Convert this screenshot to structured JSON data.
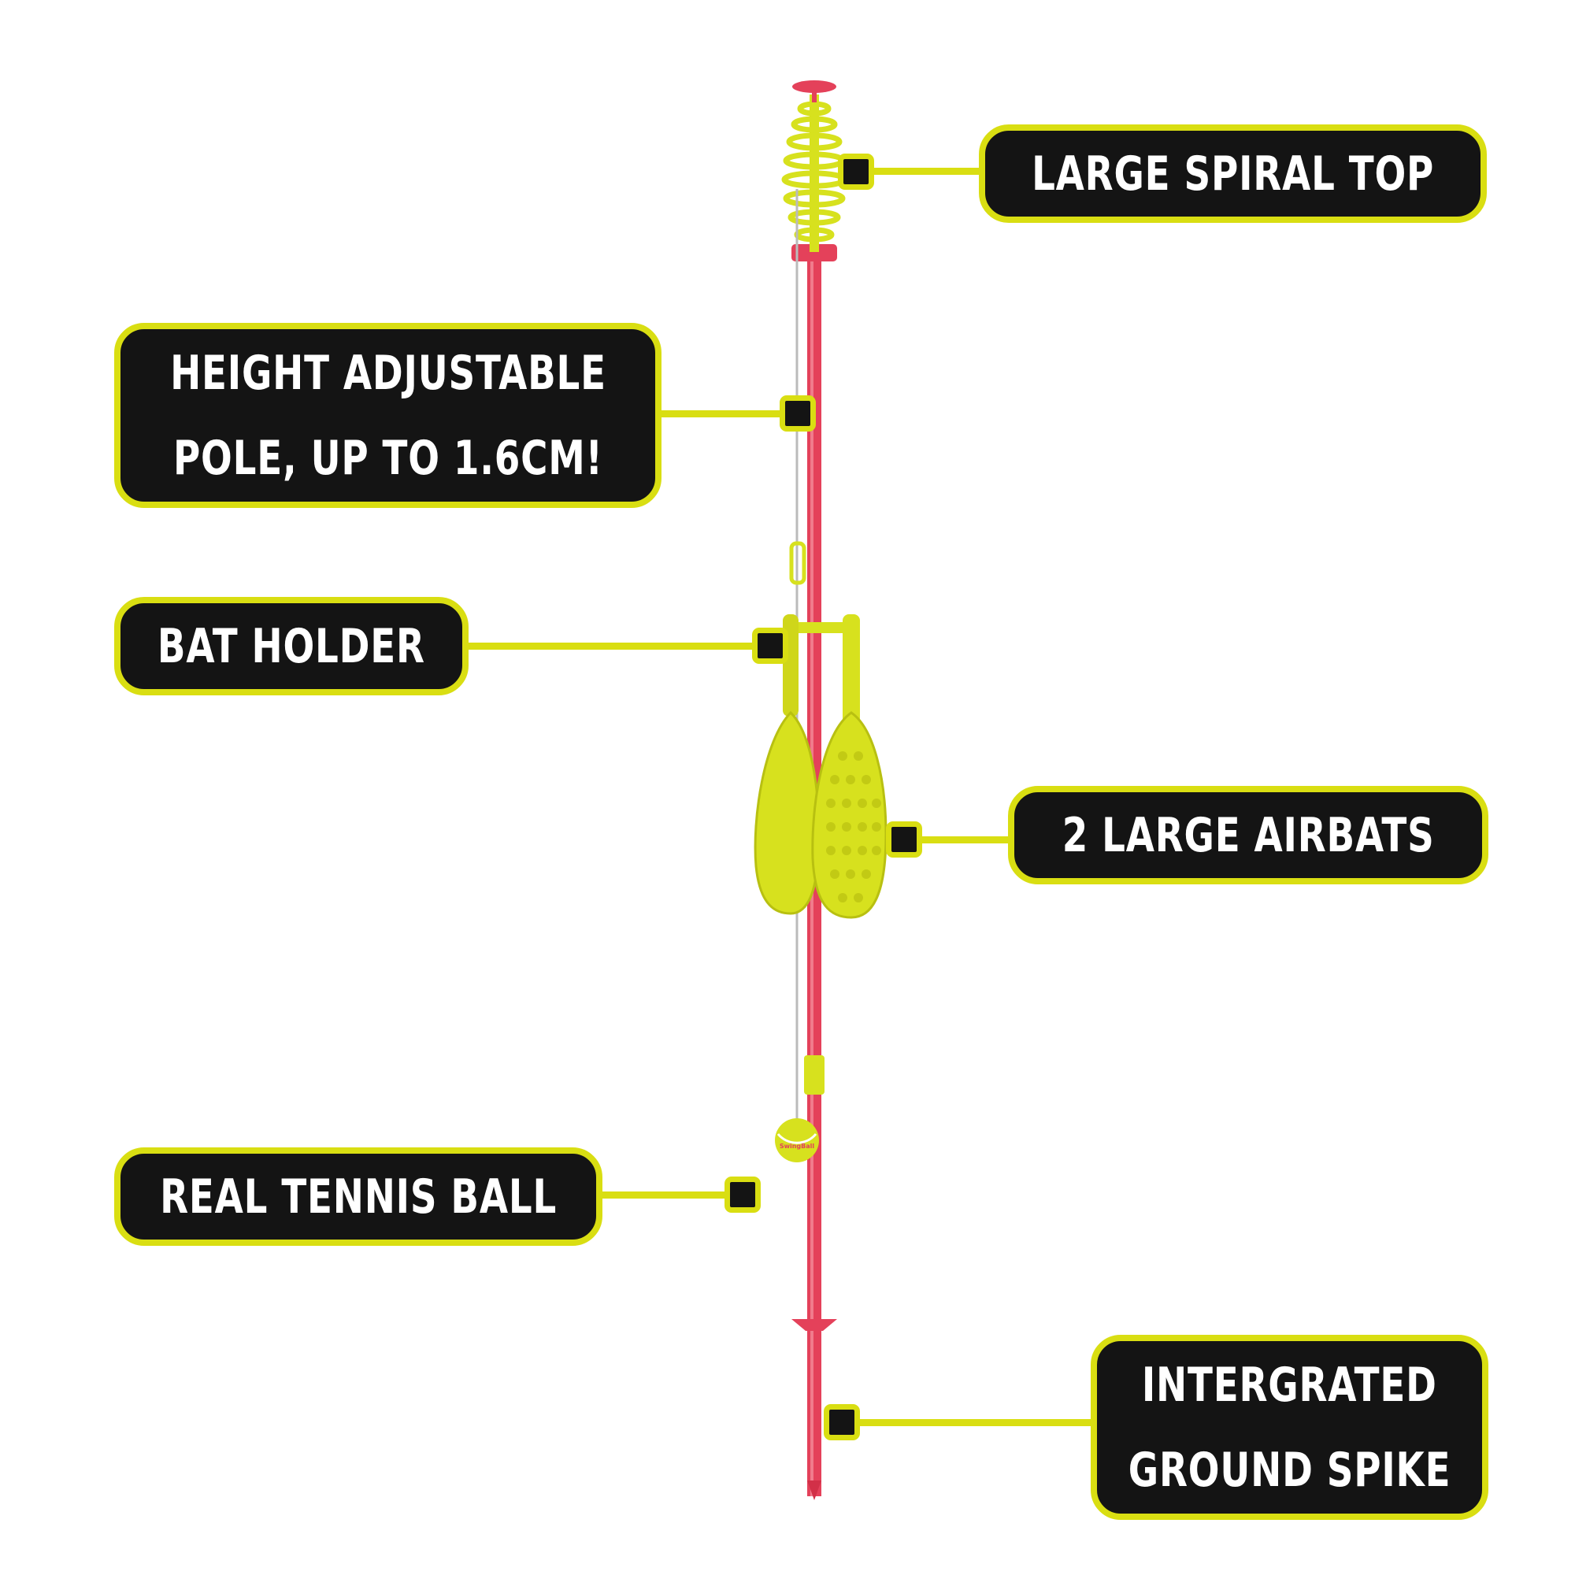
{
  "colors": {
    "accent": "#d9de12",
    "box_fill": "#141414",
    "label_text": "#ffffff",
    "pole": "#e4415a"
  },
  "labels": {
    "spiral_top": "LARGE SPIRAL TOP",
    "height_pole_line1": "HEIGHT ADJUSTABLE",
    "height_pole_line2": "POLE, UP TO 1.6CM!",
    "bat_holder": "BAT HOLDER",
    "airbats": "2 LARGE AIRBATS",
    "tennis_ball": "REAL TENNIS BALL",
    "ground_spike_line1": "INTERGRATED",
    "ground_spike_line2": "GROUND SPIKE"
  },
  "product": {
    "ball_logo_text": "SwingBall"
  }
}
